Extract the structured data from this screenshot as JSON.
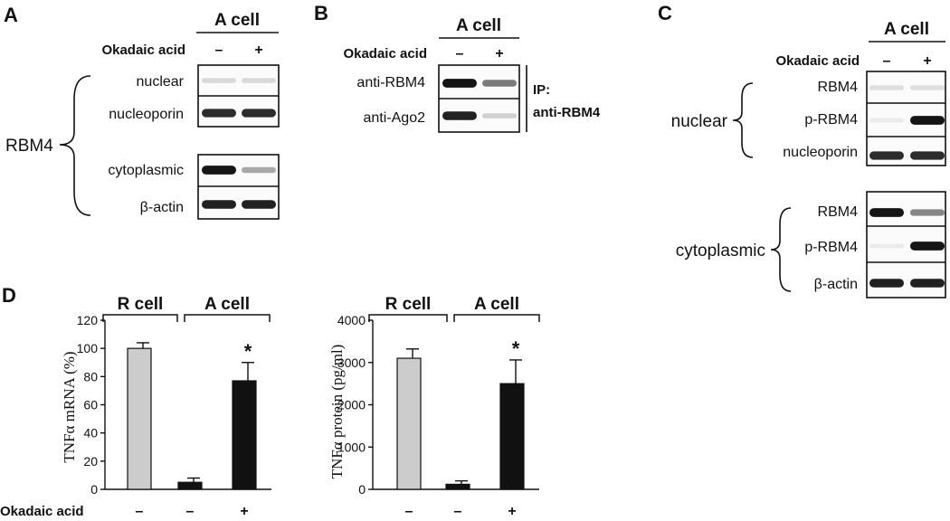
{
  "panels": {
    "A": {
      "letter": "A",
      "header": "A cell",
      "treatment_label": "Okadaic acid",
      "lane_signs": [
        "–",
        "+"
      ],
      "group_label": "RBM4",
      "rows": [
        {
          "label": "nuclear",
          "bands": [
            0.08,
            0.08
          ]
        },
        {
          "label": "nucleoporin",
          "bands": [
            0.85,
            0.85
          ]
        },
        {
          "label": "cytoplasmic",
          "bands": [
            0.95,
            0.3
          ]
        },
        {
          "label": "β-actin",
          "bands": [
            0.9,
            0.9
          ]
        }
      ]
    },
    "B": {
      "letter": "B",
      "header": "A cell",
      "treatment_label": "Okadaic acid",
      "lane_signs": [
        "–",
        "+"
      ],
      "ip_line1": "IP:",
      "ip_line2": "anti-RBM4",
      "rows": [
        {
          "label": "anti-RBM4",
          "bands": [
            0.95,
            0.5
          ]
        },
        {
          "label": "anti-Ago2",
          "bands": [
            0.9,
            0.12
          ]
        }
      ]
    },
    "C": {
      "letter": "C",
      "header": "A cell",
      "treatment_label": "Okadaic acid",
      "lane_signs": [
        "–",
        "+"
      ],
      "group_nuclear": "nuclear",
      "group_cytoplasmic": "cytoplasmic",
      "rows_nuclear": [
        {
          "label": "RBM4",
          "bands": [
            0.06,
            0.06
          ]
        },
        {
          "label": "p-RBM4",
          "bands": [
            0.0,
            0.95
          ]
        },
        {
          "label": "nucleoporin",
          "bands": [
            0.85,
            0.85
          ]
        }
      ],
      "rows_cytoplasmic": [
        {
          "label": "RBM4",
          "bands": [
            0.95,
            0.45
          ]
        },
        {
          "label": "p-RBM4",
          "bands": [
            0.0,
            0.95
          ]
        },
        {
          "label": "β-actin",
          "bands": [
            0.9,
            0.9
          ]
        }
      ]
    },
    "D": {
      "letter": "D",
      "treatment_label": "Okadaic acid",
      "treatment_signs": [
        "–",
        "–",
        "+"
      ]
    }
  },
  "chart_data": [
    {
      "type": "bar",
      "group_labels": [
        "R cell",
        "A cell"
      ],
      "ylabel": "TNFα mRNA (%)",
      "ylim": [
        0,
        120
      ],
      "yticks": [
        0,
        20,
        40,
        60,
        80,
        100,
        120
      ],
      "values": [
        100,
        5,
        77
      ],
      "errors": [
        4,
        3,
        13
      ],
      "colors": [
        "#cccccc",
        "#111111",
        "#111111"
      ],
      "significance": [
        "",
        "",
        "*"
      ]
    },
    {
      "type": "bar",
      "group_labels": [
        "R cell",
        "A cell"
      ],
      "ylabel": "TNFα protein (pg/ml)",
      "ylim": [
        0,
        4000
      ],
      "yticks": [
        0,
        1000,
        2000,
        3000,
        4000
      ],
      "values": [
        3100,
        120,
        2500
      ],
      "errors": [
        220,
        80,
        560
      ],
      "colors": [
        "#cccccc",
        "#111111",
        "#111111"
      ],
      "significance": [
        "",
        "",
        "*"
      ]
    }
  ]
}
